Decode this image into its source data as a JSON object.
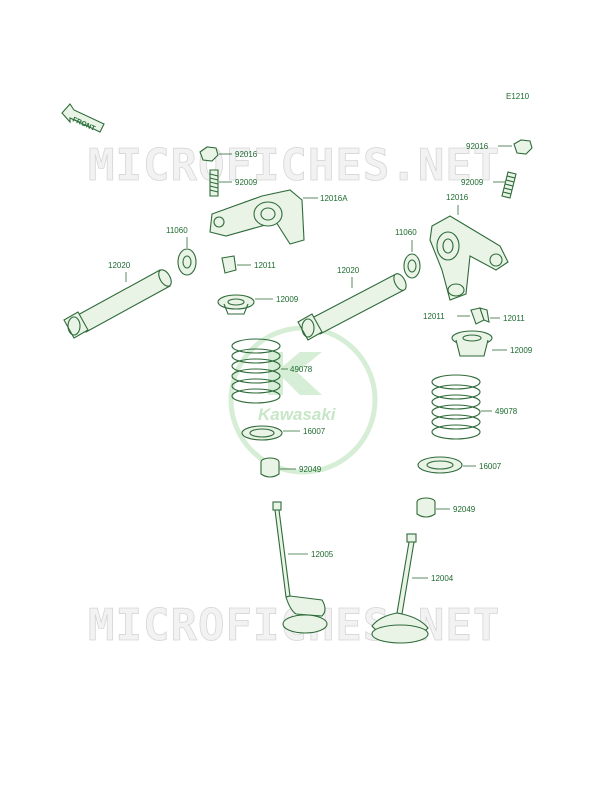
{
  "diagram_code": "E1210",
  "front_label": "FRONT",
  "watermark": "MICROFICHES.NET",
  "logo_text": "Kawasaki",
  "parts": {
    "p92016_left": "92016",
    "p92009_left": "92009",
    "p12016A": "12016A",
    "p11060_left": "11060",
    "p12011_left": "12011",
    "p12020_left": "12020",
    "p12009_left": "12009",
    "p49078_left": "49078",
    "p16007_left": "16007",
    "p92049_left": "92049",
    "p12005": "12005",
    "p92016_right": "92016",
    "p92009_right": "92009",
    "p12016": "12016",
    "p11060_right": "11060",
    "p12020_right": "12020",
    "p12011_right_a": "12011",
    "p12011_right_b": "12011",
    "p12009_right": "12009",
    "p49078_right": "49078",
    "p16007_right": "16007",
    "p92049_right": "92049",
    "p12004": "12004"
  }
}
